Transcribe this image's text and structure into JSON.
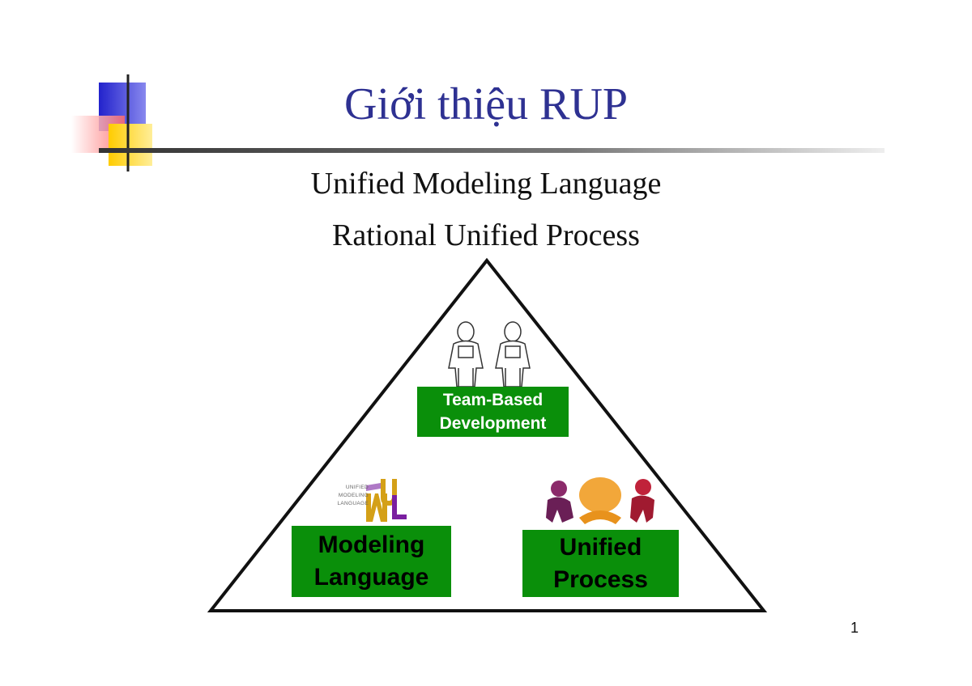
{
  "slide": {
    "title": "Giới thiệu RUP",
    "subtitle_line1": "Unified Modeling Language",
    "subtitle_line2": "Rational Unified Process",
    "page_number": "1"
  },
  "diagram": {
    "top_box": {
      "line1": "Team-Based",
      "line2": "Development"
    },
    "left_box": {
      "line1": "Modeling",
      "line2": "Language"
    },
    "right_box": {
      "line1": "Unified",
      "line2": "Process"
    },
    "uml_logo": {
      "line1": "UNIFIED",
      "line2": "MODELING",
      "line3": "LANGUAGE"
    }
  },
  "colors": {
    "title": "#2e3192",
    "box_green": "#0a8f0a",
    "accent_blue": "#3333cc",
    "accent_yellow": "#ffcc00",
    "accent_red": "#ff6666"
  }
}
